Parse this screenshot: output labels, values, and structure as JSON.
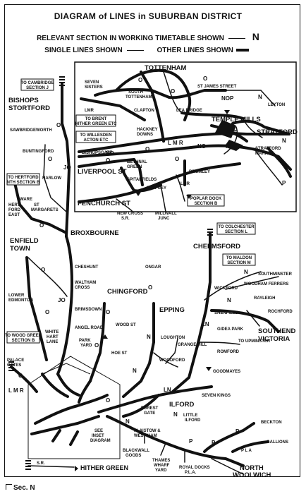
{
  "header": {
    "title": "DIAGRAM of LINES in SUBURBAN DISTRICT",
    "relevant": "RELEVANT SECTION IN WORKING TIMETABLE SHOWN",
    "relevant_mark": "N",
    "single": "SINGLE LINES SHOWN",
    "other": "OTHER LINES SHOWN"
  },
  "boxes": {
    "cambridge": [
      "TO CAMBRIDGE",
      "SECTION J"
    ],
    "hertford": [
      "TO HERTFORD",
      "NTH SECTION B"
    ],
    "wood_green": [
      "TO WOOD GREEN",
      "SECTION B"
    ],
    "colchester": [
      "TO COLCHESTER",
      "SECTION L"
    ],
    "maldon": [
      "TO MALDON",
      "SECTION M"
    ],
    "brent": [
      "TO BRENT",
      "HITHER GREEN ETC"
    ],
    "willesden": [
      "TO WILLESDEN",
      "ACTON ETC"
    ],
    "poplar": [
      "POPLAR DOCK",
      "SECTION B"
    ]
  },
  "stations": {
    "tottenham": "TOTTENHAM",
    "seven_sisters": [
      "SEVEN",
      "SISTERS"
    ],
    "south_tottenham": [
      "SOUTH",
      "TOTTENHAM"
    ],
    "st_james": "ST JAMES STREET",
    "lmr_inset": "LMR",
    "clapton": "CLAPTON",
    "lea_bridge": "LEA BRIDGE",
    "nop_inset": "NOP",
    "temple_mills": "TEMPLE MILLS",
    "leyton": "LEYTON",
    "hackney": [
      "HACKNEY",
      "DOWNS"
    ],
    "stratford": "STRATFORD",
    "stratford_market": [
      "STRATFORD",
      "MARKET"
    ],
    "nop_stratford": "NOP",
    "bishopsgate": "BISHOPSGATE",
    "liverpool": "LIVERPOOL ST",
    "bethnal": [
      "BETHNAL",
      "GREEN"
    ],
    "bromley": "BROMLEY",
    "spitalfields": "SPITALFIELDS",
    "stepney": "STEPNEY",
    "lmr_stepney": "LMR",
    "fenchurch": "FENCHURCH ST",
    "new_cross": [
      "NEW CROSS",
      "S.R."
    ],
    "millwall": [
      "MILLWALL",
      "JUNC"
    ],
    "bishops_stortford": [
      "BISHOPS",
      "STORTFORD"
    ],
    "sawbridgeworth": "SAWBRIDGEWORTH",
    "buntingford": "BUNTINGFORD",
    "harlow": "HARLOW",
    "hertford_east": [
      "HERT-",
      "FORD",
      "EAST"
    ],
    "ware": "WARE",
    "st_margarets": [
      "ST",
      "MARGARETS"
    ],
    "broxbourne": "BROXBOURNE",
    "enfield": [
      "ENFIELD",
      "TOWN"
    ],
    "cheshunt": "CHESHUNT",
    "waltham": [
      "WALTHAM",
      "CROSS"
    ],
    "lower_edmonton": [
      "LOWER",
      "EDMONTON"
    ],
    "brimsdown": "BRIMSDOWN",
    "chingford": "CHINGFORD",
    "angel_road": "ANGEL ROAD",
    "white_hart": [
      "WHITE",
      "HART",
      "LANE"
    ],
    "wood_st": "WOOD ST",
    "park_yard": [
      "PARK",
      "YARD"
    ],
    "hoe_st": "HOE ST",
    "palace_gates": [
      "PALACE",
      "GATES"
    ],
    "ongar": "ONGAR",
    "epping": "EPPING",
    "loughton": "LOUGHTON",
    "grange_hill": "GRANGE HILL",
    "woodford": "WOODFORD",
    "chelmsford": "CHELMSFORD",
    "southminster": "SOUTHMINSTER",
    "woodham": "WOODHAM FERRERS",
    "wickford": "WICKFORD",
    "rayleigh": "RAYLEIGH",
    "shenfield": "SHENFIELD",
    "rochford": "ROCHFORD",
    "southend": [
      "SOUTHEND",
      "VICTORIA"
    ],
    "gidea": "GIDEA PARK",
    "upminster": "TO UPMINSTER",
    "romford": "ROMFORD",
    "goodmayes": "GOODMAYES",
    "seven_kings": "SEVEN KINGS",
    "ilford": "ILFORD",
    "forest_gate": [
      "FOREST",
      "GATE"
    ],
    "little_ilford": [
      "LITTLE",
      "ILFORD"
    ],
    "see_inset": [
      "SEE",
      "INSET",
      "DIAGRAM"
    ],
    "plaistow": [
      "PLAISTOW &",
      "WEST HAM"
    ],
    "blackwall": [
      "BLACKWALL",
      "GOODS"
    ],
    "thames": [
      "THAMES",
      "WHARF",
      "YARD"
    ],
    "royal_docks": [
      "ROYAL DOCKS",
      "P.L.A."
    ],
    "beckton": "BECKTON",
    "gallions": "GALLIONS",
    "pla": "P L A",
    "north_woolwich": [
      "NORTH",
      "WOOLWICH"
    ],
    "hither": "HITHER GREEN",
    "sr": "S.R."
  },
  "codes": {
    "o": "O",
    "n": "N",
    "no": "NO",
    "jo": "JO",
    "ln": "LN",
    "lmr": "L M R",
    "p": "P"
  },
  "footer": "Sec. N"
}
